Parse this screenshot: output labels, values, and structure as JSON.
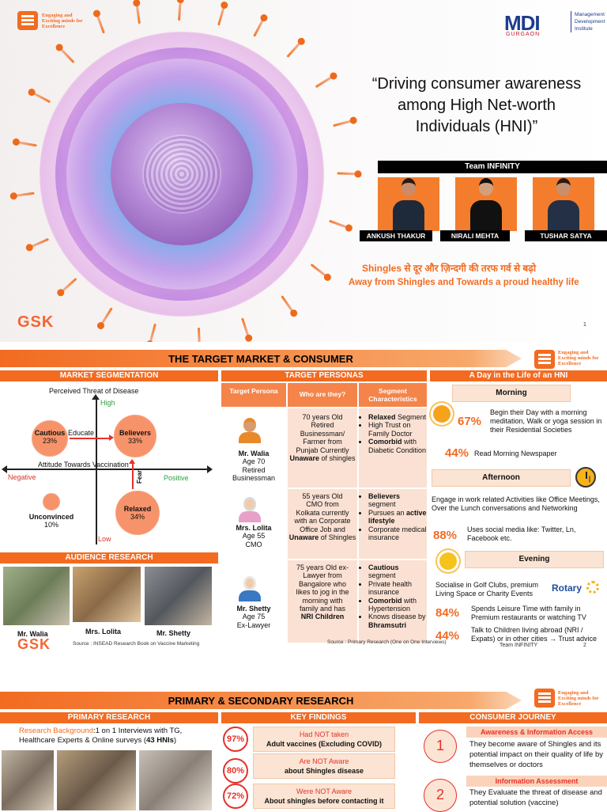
{
  "slide1": {
    "logo_text": [
      "Engaging and",
      "Exciting minds for",
      "Excellence"
    ],
    "mdi": {
      "name": "MDI",
      "city": "GURGAON",
      "institute": [
        "Management",
        "Development",
        "Institute"
      ]
    },
    "title_lines": [
      "“Driving consumer awareness",
      "among High Net-worth",
      "Individuals (HNI)”"
    ],
    "team_title": "Team INFINITY",
    "team_members": [
      "ANKUSH THAKUR",
      "NIRALI MEHTA",
      "TUSHAR SATYA"
    ],
    "tagline_hindi": "Shingles से दूर और ज़िन्दगी की तरफ गर्व से बढ़ो",
    "tagline_english": "Away from Shingles and Towards a proud healthy life",
    "brand": "GSK",
    "page_number": "1"
  },
  "slide2": {
    "title": "THE TARGET MARKET & CONSUMER",
    "logo_text": [
      "Engaging and",
      "Exciting minds for",
      "Excellence"
    ],
    "segmentation": {
      "header": "MARKET SEGMENTATION",
      "y_axis_title": "Perceived Threat of Disease",
      "y_high": "High",
      "y_low": "Low",
      "x_axis_title": "Attitude Towards Vaccination",
      "x_negative": "Negative",
      "x_positive": "Positive",
      "arrow_educate": "Educate",
      "arrow_fear": "Fear",
      "segments": [
        {
          "name": "Cautious",
          "pct": "23%"
        },
        {
          "name": "Believers",
          "pct": "33%"
        },
        {
          "name": "Unconvinced",
          "pct": "10%"
        },
        {
          "name": "Relaxed",
          "pct": "34%"
        }
      ]
    },
    "audience": {
      "header": "AUDIENCE RESEARCH",
      "captions": [
        "Mr. Walia",
        "Mrs. Lolita",
        "Mr. Shetty"
      ]
    },
    "personas": {
      "header": "TARGET PERSONAS",
      "columns": [
        "Target Persona",
        "Who are they?",
        "Segment Characteristics"
      ],
      "rows": [
        {
          "name": "Mr. Walia",
          "details": [
            "Age 70",
            "Retired",
            "Businessman"
          ],
          "who": [
            "70 years Old",
            "Retired",
            "Businessman/",
            "Farmer from",
            "Punjab Currently"
          ],
          "who_bold": "Unaware",
          "who_tail": "of shingles",
          "chars": [
            [
              "Relaxed",
              "Segment"
            ],
            [
              "High Trust on",
              "Family Doctor"
            ],
            [
              "Comorbid",
              "with Diabetic Condition"
            ]
          ]
        },
        {
          "name": "Mrs. Lolita",
          "details": [
            "Age 55",
            "CMO"
          ],
          "who": [
            "55 years Old",
            "CMO from",
            "Kolkata currently",
            "with an Corporate",
            "Office Job and"
          ],
          "who_bold": "Unaware",
          "who_tail": "of Shingles",
          "chars": [
            [
              "Believers",
              "segment"
            ],
            [
              "Pursues an",
              "active lifestyle"
            ],
            [
              "Corporate",
              "medical insurance"
            ]
          ]
        },
        {
          "name": "Mr. Shetty",
          "details": [
            "Age 75",
            "Ex-Lawyer"
          ],
          "who": [
            "75 years Old ex-",
            "Lawyer from",
            "Bangalore who",
            "likes to jog in the",
            "morning with",
            "family and has"
          ],
          "who_bold": "NRI Children",
          "who_tail": "",
          "chars": [
            [
              "Cautious",
              "segment"
            ],
            [
              "Private health",
              "insurance"
            ],
            [
              "Comorbid",
              "with Hypertension"
            ],
            [
              "Knows disease by",
              "Bhramsutri"
            ]
          ]
        }
      ]
    },
    "day": {
      "header": "A Day in the Life of an HNI",
      "morning": "Morning",
      "afternoon": "Afternoon",
      "evening": "Evening",
      "stat1_pct": "67%",
      "stat1_text": "Begin their Day with a morning meditation, Walk or yoga session in their Residential Societies",
      "stat2_pct": "44%",
      "stat2_text": "Read Morning Newspaper",
      "afternoon_text": "Engage in work related Activities like Office Meetings, Over the Lunch conversations and Networking",
      "stat3_pct": "88%",
      "stat3_text": "Uses social media like: Twitter, Ln, Facebook etc.",
      "evening_text": "Socialise in Golf Clubs, premium Living Space or Charity Events",
      "rotary": "Rotary",
      "stat4_pct": "84%",
      "stat4_text": "Spends Leisure Time with family in Premium restaurants or watching TV",
      "stat5_pct": "44%",
      "stat5_text": "Talk to Children living abroad (NRI / Expats) or in other cities → Trust advice"
    },
    "footer": {
      "brand": "GSK",
      "source1": "Source : INSEAD Research Book on Vaccine Marketing",
      "source2": "Source : Primary Research (One on One Interviews)",
      "team": "Team INFINITY",
      "page_number": "2"
    }
  },
  "slide3": {
    "title": "PRIMARY & SECONDARY RESEARCH",
    "logo_text": [
      "Engaging and",
      "Exciting minds for",
      "Excellence"
    ],
    "primary": {
      "header": "PRIMARY RESEARCH",
      "background_label": "Research Background",
      "background_text": ":1 on 1 Interviews with TG, Healthcare Experts  & Online surveys (",
      "background_bold": "43 HNIs",
      "background_end": ")"
    },
    "findings": {
      "header": "KEY FINDINGS",
      "items": [
        {
          "pct": "97%",
          "top": "Had NOT taken",
          "bottom": "Adult vaccines (Excluding COVID)"
        },
        {
          "pct": "80%",
          "top": "Are NOT Aware",
          "bottom": "about Shingles disease"
        },
        {
          "pct": "72%",
          "top": "Were NOT Aware",
          "bottom": "About shingles before contacting it"
        }
      ]
    },
    "journey": {
      "header": "CONSUMER JOURNEY",
      "steps": [
        {
          "num": "1",
          "title": "Awareness & Information Access",
          "text": "They become aware of Shingles and its potential impact on their quality of life by themselves or doctors"
        },
        {
          "num": "2",
          "title": "Information Assessment",
          "text": "They Evaluate the threat of disease and potential solution (vaccine)"
        }
      ]
    }
  }
}
